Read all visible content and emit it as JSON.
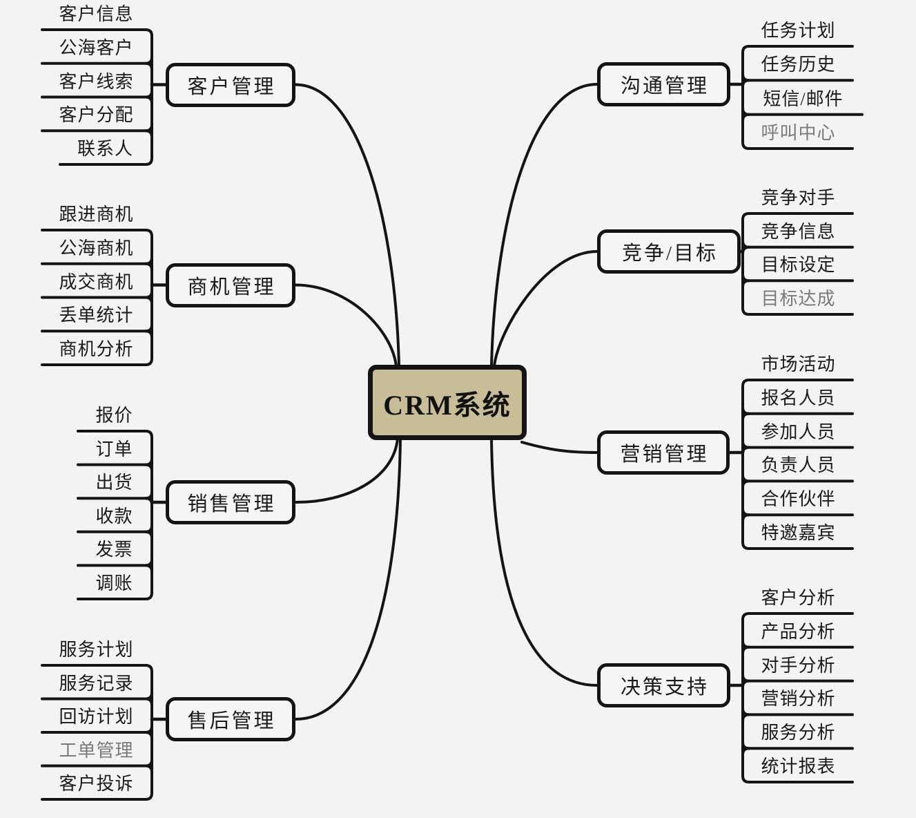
{
  "center": {
    "label": "CRM系统"
  },
  "palette": {
    "background": "#f3f3f3",
    "line": "#141414",
    "node_fill": "#f5f5f5",
    "node_border": "#141414",
    "center_fill": "#c7bd97",
    "text": "#1a1a1a",
    "muted_text": "#7a7a7a"
  },
  "branches": [
    {
      "id": "customer-management",
      "side": "left",
      "label": "客户管理",
      "children": [
        {
          "label": "客户信息"
        },
        {
          "label": "公海客户"
        },
        {
          "label": "客户线索"
        },
        {
          "label": "客户分配"
        },
        {
          "label": "联系人"
        }
      ]
    },
    {
      "id": "opportunity-management",
      "side": "left",
      "label": "商机管理",
      "children": [
        {
          "label": "跟进商机"
        },
        {
          "label": "公海商机"
        },
        {
          "label": "成交商机"
        },
        {
          "label": "丢单统计"
        },
        {
          "label": "商机分析"
        }
      ]
    },
    {
      "id": "sales-management",
      "side": "left",
      "label": "销售管理",
      "children": [
        {
          "label": "报价"
        },
        {
          "label": "订单"
        },
        {
          "label": "出货"
        },
        {
          "label": "收款"
        },
        {
          "label": "发票"
        },
        {
          "label": "调账"
        }
      ]
    },
    {
      "id": "aftersales-management",
      "side": "left",
      "label": "售后管理",
      "children": [
        {
          "label": "服务计划"
        },
        {
          "label": "服务记录"
        },
        {
          "label": "回访计划"
        },
        {
          "label": "工单管理",
          "muted": true
        },
        {
          "label": "客户投诉"
        }
      ]
    },
    {
      "id": "communication-management",
      "side": "right",
      "label": "沟通管理",
      "children": [
        {
          "label": "任务计划"
        },
        {
          "label": "任务历史"
        },
        {
          "label": "短信/邮件"
        },
        {
          "label": "呼叫中心",
          "muted": true
        }
      ]
    },
    {
      "id": "competition-goals",
      "side": "right",
      "label": "竞争/目标",
      "children": [
        {
          "label": "竞争对手"
        },
        {
          "label": "竞争信息"
        },
        {
          "label": "目标设定"
        },
        {
          "label": "目标达成",
          "muted": true
        }
      ]
    },
    {
      "id": "marketing-management",
      "side": "right",
      "label": "营销管理",
      "children": [
        {
          "label": "市场活动"
        },
        {
          "label": "报名人员"
        },
        {
          "label": "参加人员"
        },
        {
          "label": "负责人员"
        },
        {
          "label": "合作伙伴"
        },
        {
          "label": "特邀嘉宾"
        }
      ]
    },
    {
      "id": "decision-support",
      "side": "right",
      "label": "决策支持",
      "children": [
        {
          "label": "客户分析"
        },
        {
          "label": "产品分析"
        },
        {
          "label": "对手分析"
        },
        {
          "label": "营销分析"
        },
        {
          "label": "服务分析"
        },
        {
          "label": "统计报表"
        }
      ]
    }
  ]
}
